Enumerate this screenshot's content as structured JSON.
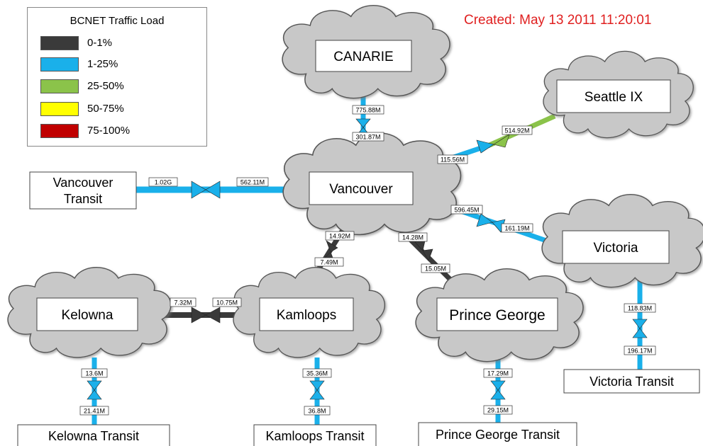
{
  "legend": {
    "title": "BCNET Traffic Load",
    "items": [
      {
        "label": "0-1%",
        "color": "#3a3a3a"
      },
      {
        "label": "1-25%",
        "color": "#1ab0ea"
      },
      {
        "label": "25-50%",
        "color": "#8bc34a"
      },
      {
        "label": "50-75%",
        "color": "#ffff00"
      },
      {
        "label": "75-100%",
        "color": "#c00000"
      }
    ]
  },
  "created": "Created: May 13 2011 11:20:01",
  "nodes": {
    "canarie": "CANARIE",
    "seattle": "Seattle IX",
    "vancouver": "Vancouver",
    "vancouver_transit": [
      "Vancouver",
      "Transit"
    ],
    "victoria": "Victoria",
    "victoria_transit": "Victoria Transit",
    "kelowna": "Kelowna",
    "kelowna_transit": "Kelowna Transit",
    "kamloops": "Kamloops",
    "kamloops_transit": "Kamloops Transit",
    "prince_george": "Prince George",
    "prince_george_transit": "Prince George Transit"
  },
  "links": {
    "canarie_vancouver": {
      "a": "775.88M",
      "b": "301.87M",
      "load": "1-25%"
    },
    "seattle_vancouver": {
      "a": "514.92M",
      "b": "115.56M",
      "load": "25-50%"
    },
    "vancouver_transit": {
      "a": "1.02G",
      "b": "562.11M",
      "load": "1-25%"
    },
    "vancouver_victoria": {
      "a": "596.45M",
      "b": "161.19M",
      "load": "1-25%"
    },
    "vancouver_kamloops": {
      "a": "14.92M",
      "b": "7.49M",
      "load": "0-1%"
    },
    "vancouver_prince_george": {
      "a": "14.28M",
      "b": "15.05M",
      "load": "0-1%"
    },
    "kelowna_kamloops": {
      "a": "7.32M",
      "b": "10.75M",
      "load": "0-1%"
    },
    "victoria_transit": {
      "a": "118.83M",
      "b": "196.17M",
      "load": "1-25%"
    },
    "kelowna_transit": {
      "a": "13.6M",
      "b": "21.41M",
      "load": "1-25%"
    },
    "kamloops_transit": {
      "a": "35.36M",
      "b": "36.8M",
      "load": "1-25%"
    },
    "prince_george_transit": {
      "a": "17.29M",
      "b": "29.15M",
      "load": "1-25%"
    }
  }
}
